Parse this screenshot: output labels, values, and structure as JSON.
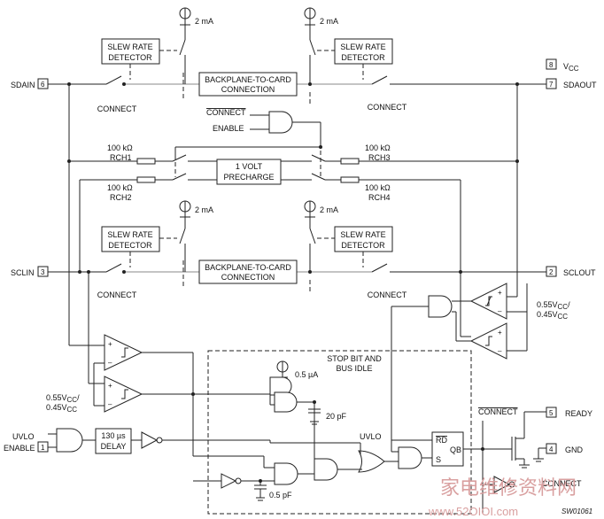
{
  "pins": {
    "sdain": {
      "name": "SDAIN",
      "num": "6"
    },
    "sdaout": {
      "name": "SDAOUT",
      "num": "7"
    },
    "vcc": {
      "name": "V",
      "sub": "CC",
      "num": "8"
    },
    "sclin": {
      "name": "SCLIN",
      "num": "3"
    },
    "sclout": {
      "name": "SCLOUT",
      "num": "2"
    },
    "enable": {
      "name": "ENABLE",
      "num": "1"
    },
    "uvlo_in": {
      "name": "UVLO"
    },
    "ready": {
      "name": "READY",
      "num": "5"
    },
    "gnd": {
      "name": "GND",
      "num": "4"
    }
  },
  "blocks": {
    "slew": "SLEW RATE",
    "detector": "DETECTOR",
    "bp1": "BACKPLANE-TO-CARD",
    "bp2": "CONNECTION",
    "precharge1": "1 VOLT",
    "precharge2": "PRECHARGE",
    "delay1": "130 µs",
    "delay2": "DELAY",
    "stopbit1": "STOP BIT AND",
    "stopbit2": "BUS IDLE"
  },
  "labels": {
    "connect": "CONNECT",
    "enable": "ENABLE",
    "current_2ma": "2 mA",
    "current_05ua": "0.5 µA",
    "res_val": "100 kΩ",
    "rch1": "RCH1",
    "rch2": "RCH2",
    "rch3": "RCH3",
    "rch4": "RCH4",
    "thr_a": "0.55V",
    "thr_sub": "CC",
    "thr_slash": "/",
    "thr_b": "0.45V",
    "cap_20": "20 pF",
    "cap_05": "0.5 pF",
    "uvlo": "UVLO",
    "rd": "RD",
    "s": "S",
    "qb": "QB",
    "fig_id": "SW01061"
  },
  "watermark": {
    "cn": "家电维修资料网",
    "url": "www.52OIOI.com"
  }
}
